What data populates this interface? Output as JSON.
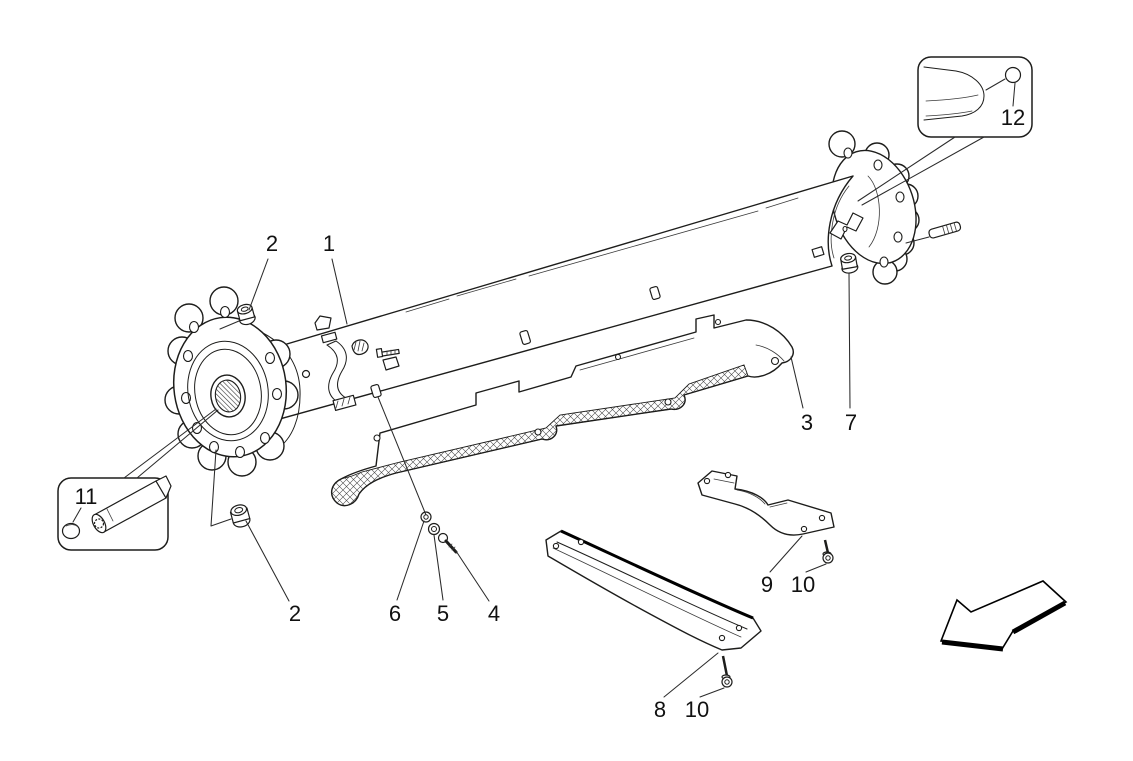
{
  "diagram": {
    "type": "exploded-parts-line-drawing",
    "subject": "drive shaft with heat shields and mounting hardware",
    "background": "#ffffff",
    "line_color": "#1d1d1b",
    "label_color": "#111111",
    "callouts": [
      {
        "part": "drive-shaft-tube",
        "label": "1"
      },
      {
        "part": "flange-nut-upper",
        "label": "2"
      },
      {
        "part": "flange-nut-lower",
        "label": "2"
      },
      {
        "part": "heat-shield",
        "label": "3"
      },
      {
        "part": "screw",
        "label": "4"
      },
      {
        "part": "washer-small",
        "label": "5"
      },
      {
        "part": "washer-large",
        "label": "6"
      },
      {
        "part": "nut-rear",
        "label": "7"
      },
      {
        "part": "cross-member",
        "label": "8"
      },
      {
        "part": "support-bracket",
        "label": "9"
      },
      {
        "part": "bracket-bolt",
        "label": "10"
      },
      {
        "part": "cross-member-bolt",
        "label": "10"
      },
      {
        "part": "detail-splined-end-cap",
        "label": "11"
      },
      {
        "part": "detail-tube-end-plug",
        "label": "12"
      }
    ]
  }
}
